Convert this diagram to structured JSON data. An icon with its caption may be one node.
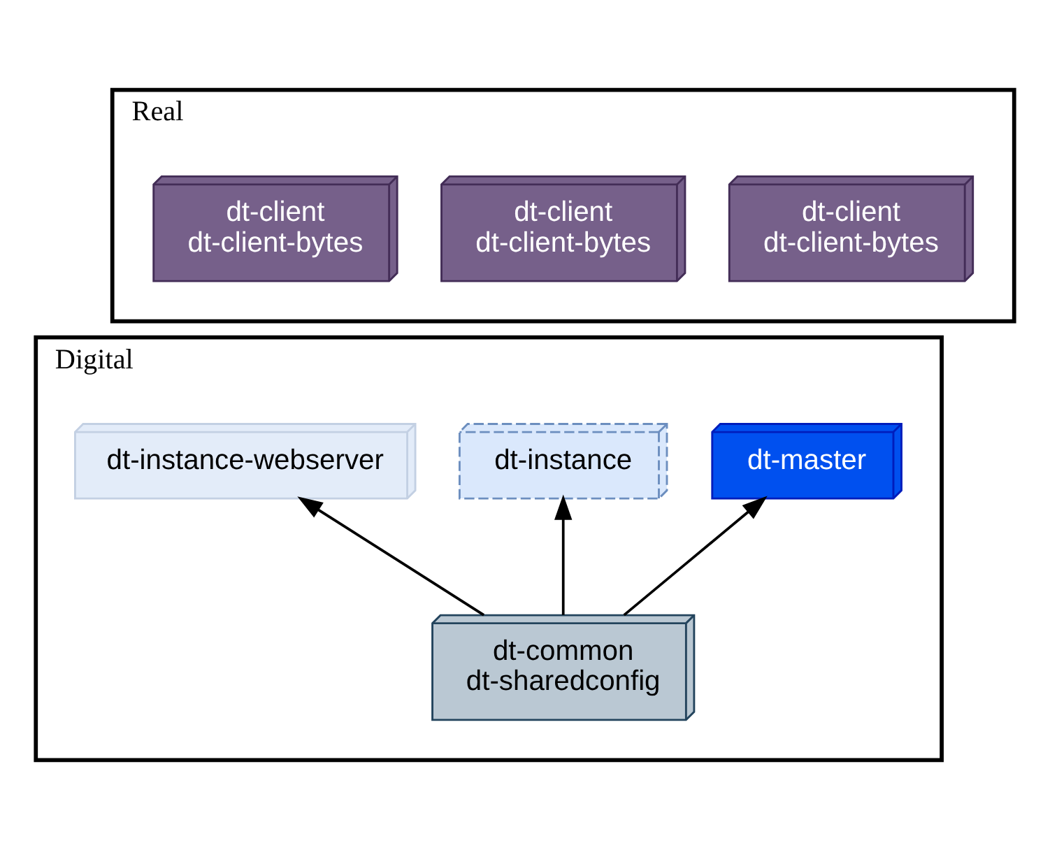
{
  "diagram": {
    "nodes": [
      {
        "text": [
          "Real"
        ]
      },
      {
        "text": [
          "dt-client",
          "dt-client-bytes"
        ],
        "in": 0
      },
      {
        "text": [
          "dt-client",
          "dt-client-bytes"
        ],
        "in": 0
      },
      {
        "text": [
          "dt-client",
          "dt-client-bytes"
        ],
        "in": 0
      },
      {
        "text": [
          "Digital"
        ]
      },
      {
        "text": [
          "dt-instance-webserver"
        ],
        "in": 4
      },
      {
        "text": [
          "dt-instance"
        ],
        "in": 4
      },
      {
        "text": [
          "dt-master"
        ],
        "in": 4
      },
      {
        "text": [
          "dt-common",
          "dt-sharedconfig"
        ],
        "in": 4
      }
    ],
    "edges": [
      {
        "from": 8,
        "to": 5,
        "arrow": "to"
      },
      {
        "from": 8,
        "to": 6,
        "arrow": "to"
      },
      {
        "from": 8,
        "to": 7,
        "arrow": "to"
      }
    ]
  }
}
